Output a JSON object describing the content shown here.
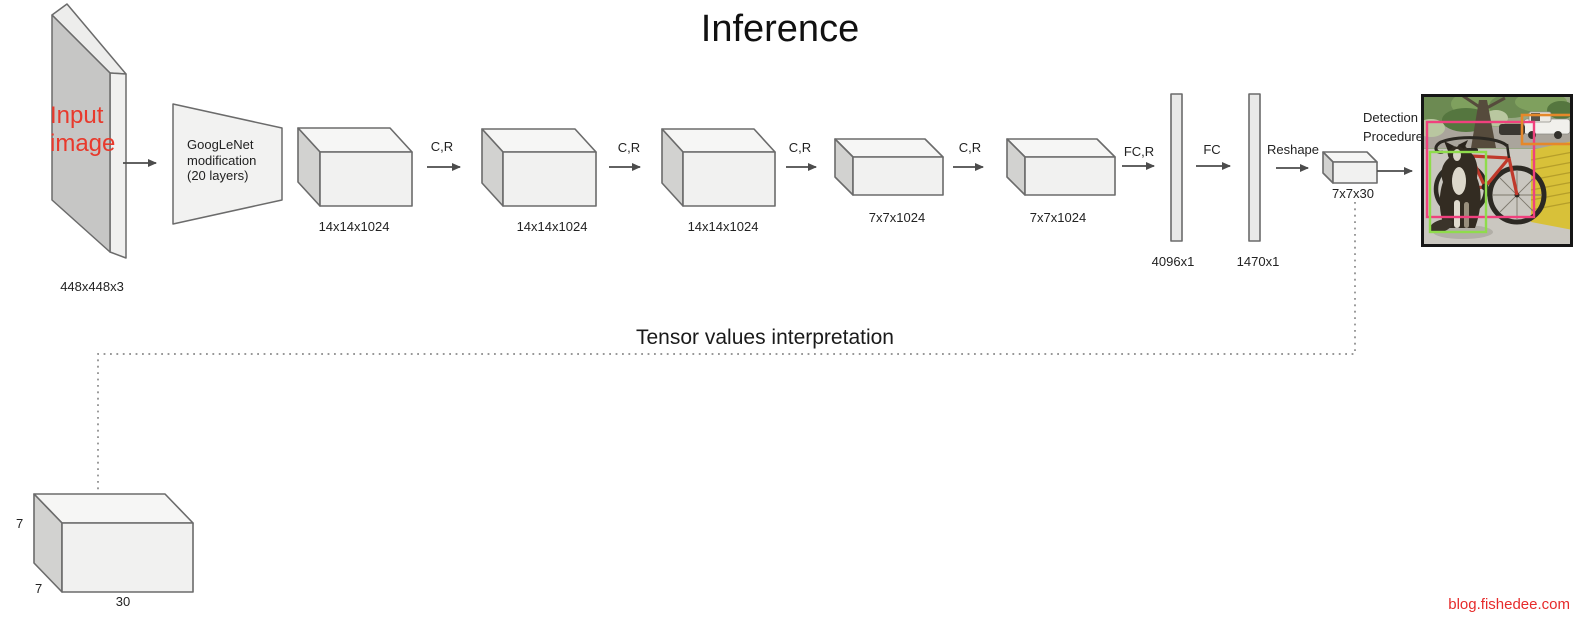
{
  "title": "Inference",
  "input": {
    "line1": "Input",
    "line2": "image",
    "dims": "448x448x3"
  },
  "backbone": {
    "line1": "GoogLeNet",
    "line2": "modification",
    "line3": "(20 layers)"
  },
  "stages": {
    "conv1": "14x14x1024",
    "conv2": "14x14x1024",
    "conv3": "14x14x1024",
    "conv4": "7x7x1024",
    "conv5": "7x7x1024",
    "fc1": "4096x1",
    "fc2": "1470x1",
    "output": "7x7x30"
  },
  "ops": {
    "cr1": "C,R",
    "cr2": "C,R",
    "cr3": "C,R",
    "cr4": "C,R",
    "fcr": "FC,R",
    "fc": "FC",
    "reshape": "Reshape"
  },
  "detection": {
    "line1": "Detection",
    "line2": "Procedure"
  },
  "tensor_caption": "Tensor values interpretation",
  "output_cube": {
    "height": "7",
    "depth": "7",
    "width": "30"
  },
  "watermark": "blog.fishedee.com",
  "colors": {
    "input_text": "#e8392c",
    "watermark_text": "#e62b2b",
    "bbox_bike_pink": "#f0417e",
    "bbox_dog_green": "#8fdc4c",
    "bbox_car_orange": "#e5882a",
    "box_front": "#f1f1f0",
    "box_top": "#f6f6f5",
    "box_side": "#d2d2d0",
    "stroke": "#6b6b6b"
  }
}
